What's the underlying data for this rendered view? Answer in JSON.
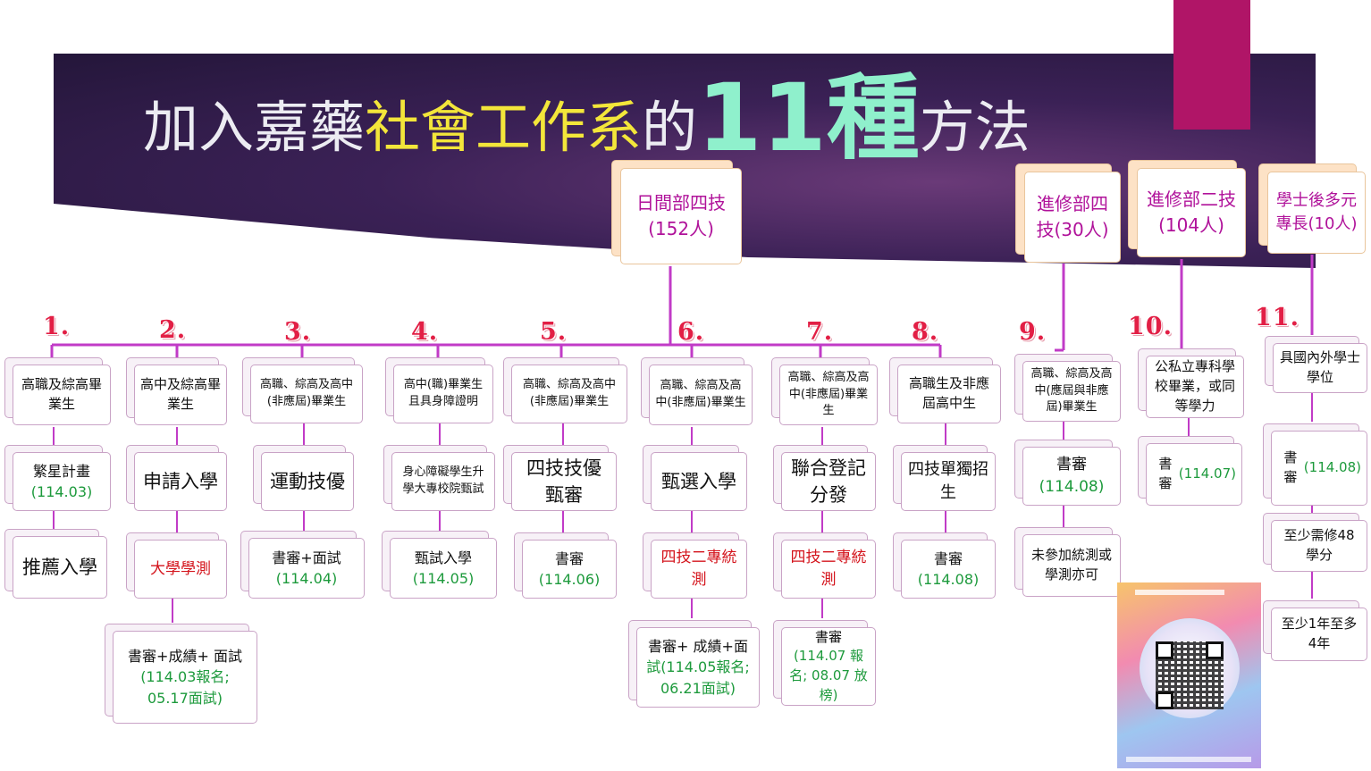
{
  "title": {
    "part1": "加入嘉藥",
    "part2": "社會工作系",
    "part3": "的",
    "part4": "11種",
    "part5": "方法"
  },
  "headers": {
    "day": "日間部四技(152人)",
    "night4": "進修部四技(30人)",
    "night2": "進修部二技(104人)",
    "postbac": "學士後多元專長(10人)"
  },
  "methods": [
    {
      "num": "1.",
      "eligible": "高職及綜高畢業生",
      "name": "繁星計畫",
      "date": "(114.03)",
      "step": "推薦入學"
    },
    {
      "num": "2.",
      "eligible": "高中及綜高畢業生",
      "name": "申請入學",
      "step": "大學學測",
      "extra_a": "書審+成績+ 面試",
      "extra_b": "(114.03報名; 05.17面試)"
    },
    {
      "num": "3.",
      "eligible": "高職、綜高及高中(非應屆)畢業生",
      "name": "運動技優",
      "step_a": "書審+面試",
      "step_b": "(114.04)"
    },
    {
      "num": "4.",
      "eligible": "高中(職)畢業生且具身障證明",
      "name": "身心障礙學生升學大專校院甄試",
      "step_a": "甄試入學",
      "step_b": "(114.05)"
    },
    {
      "num": "5.",
      "eligible": "高職、綜高及高中(非應屆)畢業生",
      "name": "四技技優甄審",
      "step_a": "書審",
      "step_b": "(114.06)"
    },
    {
      "num": "6.",
      "eligible": "高職、綜高及高中(非應屆)畢業生",
      "name": "甄選入學",
      "step": "四技二專統測",
      "extra_a": "書審+ 成績+面",
      "extra_b": "試(114.05報名; 06.21面試)"
    },
    {
      "num": "7.",
      "eligible": "高職、綜高及高中(非應屆)畢業生",
      "name": "聯合登記分發",
      "step": "四技二專統測",
      "extra_a": "書審",
      "extra_b": "(114.07 報名; 08.07 放榜)"
    },
    {
      "num": "8.",
      "eligible": "高職生及非應屆高中生",
      "name": "四技單獨招生",
      "step_a": "書審",
      "step_b": "(114.08)"
    },
    {
      "num": "9.",
      "eligible": "高職、綜高及高中(應屆與非應屆)畢業生",
      "name": "書審",
      "date": "(114.08)",
      "step": "未參加統測或學測亦可"
    },
    {
      "num": "10.",
      "eligible": "公私立專科學校畢業，或同等學力",
      "name": "書審",
      "date": "(114.07)"
    },
    {
      "num": "11.",
      "eligible": "具國內外學士學位",
      "name": "書審",
      "date": "(114.08)",
      "step": "至少需修48學分",
      "step2": "至少1年至多4年"
    }
  ],
  "colors": {
    "connector": "#c13bc7",
    "number": "#e21f45",
    "red_text": "#d4141c",
    "green_text": "#1d9a3c",
    "header_text": "#b0129a",
    "banner": "#3b2156",
    "accent_bar": "#b01567"
  },
  "poster_icon": "qr-code-poster"
}
